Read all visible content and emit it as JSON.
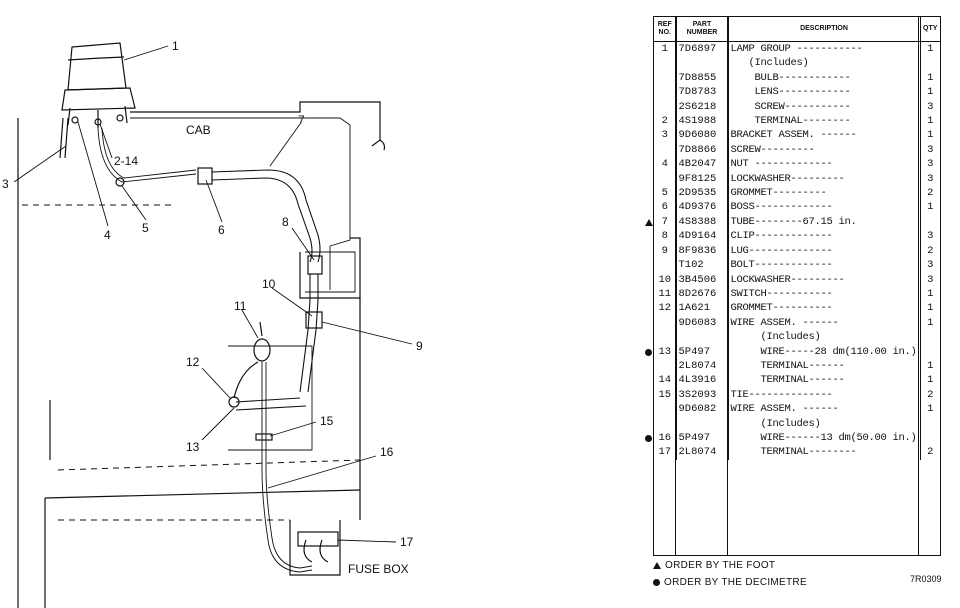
{
  "diagram": {
    "callouts": [
      "1",
      "2-14",
      "3",
      "4",
      "5",
      "6",
      "7",
      "8",
      "9",
      "10",
      "11",
      "12",
      "13",
      "15",
      "16",
      "17"
    ],
    "cab_label": "CAB",
    "fuse_box_label": "FUSE BOX"
  },
  "parts_table": {
    "headers": {
      "ref": "REF NO.",
      "part": "PART NUMBER",
      "desc": "DESCRIPTION",
      "qty": "QTY"
    },
    "rows": [
      {
        "ref": "1",
        "part": "7D6897",
        "desc": "LAMP GROUP -----------",
        "qty": "1",
        "mark": ""
      },
      {
        "ref": "",
        "part": "",
        "desc": "   (Includes)",
        "qty": "",
        "mark": ""
      },
      {
        "ref": "",
        "part": "7D8855",
        "desc": "    BULB------------",
        "qty": "1",
        "mark": ""
      },
      {
        "ref": "",
        "part": "7D8783",
        "desc": "    LENS------------",
        "qty": "1",
        "mark": ""
      },
      {
        "ref": "",
        "part": "2S6218",
        "desc": "    SCREW-----------",
        "qty": "3",
        "mark": ""
      },
      {
        "ref": "2",
        "part": "4S1988",
        "desc": "    TERMINAL--------",
        "qty": "1",
        "mark": ""
      },
      {
        "ref": "3",
        "part": "9D6080",
        "desc": "BRACKET ASSEM. ------",
        "qty": "1",
        "mark": ""
      },
      {
        "ref": "",
        "part": "7D8866",
        "desc": "SCREW---------",
        "qty": "3",
        "mark": ""
      },
      {
        "ref": "4",
        "part": "4B2047",
        "desc": "NUT -------------",
        "qty": "3",
        "mark": ""
      },
      {
        "ref": "",
        "part": "9F8125",
        "desc": "LOCKWASHER---------",
        "qty": "3",
        "mark": ""
      },
      {
        "ref": "5",
        "part": "2D9535",
        "desc": "GROMMET---------",
        "qty": "2",
        "mark": ""
      },
      {
        "ref": "6",
        "part": "4D9376",
        "desc": "BOSS-------------",
        "qty": "1",
        "mark": ""
      },
      {
        "ref": "7",
        "part": "4S8388",
        "desc": "TUBE--------67.15 in.",
        "qty": "",
        "mark": "tri"
      },
      {
        "ref": "8",
        "part": "4D9164",
        "desc": "CLIP-------------",
        "qty": "3",
        "mark": ""
      },
      {
        "ref": "9",
        "part": "8F9836",
        "desc": "LUG--------------",
        "qty": "2",
        "mark": ""
      },
      {
        "ref": "",
        "part": "T102",
        "desc": "BOLT-------------",
        "qty": "3",
        "mark": ""
      },
      {
        "ref": "10",
        "part": "3B4506",
        "desc": "LOCKWASHER---------",
        "qty": "3",
        "mark": ""
      },
      {
        "ref": "11",
        "part": "8D2676",
        "desc": "SWITCH-----------",
        "qty": "1",
        "mark": ""
      },
      {
        "ref": "12",
        "part": "1A621",
        "desc": "GROMMET----------",
        "qty": "1",
        "mark": ""
      },
      {
        "ref": "",
        "part": "9D6083",
        "desc": "WIRE ASSEM. ------",
        "qty": "1",
        "mark": ""
      },
      {
        "ref": "",
        "part": "",
        "desc": "     (Includes)",
        "qty": "",
        "mark": ""
      },
      {
        "ref": "13",
        "part": "5P497",
        "desc": "     WIRE-----28 dm(110.00 in.)",
        "qty": "",
        "mark": "dot"
      },
      {
        "ref": "",
        "part": "2L8074",
        "desc": "     TERMINAL------",
        "qty": "1",
        "mark": ""
      },
      {
        "ref": "14",
        "part": "4L3916",
        "desc": "     TERMINAL------",
        "qty": "1",
        "mark": ""
      },
      {
        "ref": "15",
        "part": "3S2093",
        "desc": "TIE--------------",
        "qty": "2",
        "mark": ""
      },
      {
        "ref": "",
        "part": "9D6082",
        "desc": "WIRE ASSEM. ------",
        "qty": "1",
        "mark": ""
      },
      {
        "ref": "",
        "part": "",
        "desc": "     (Includes)",
        "qty": "",
        "mark": ""
      },
      {
        "ref": "16",
        "part": "5P497",
        "desc": "     WIRE------13 dm(50.00 in.)",
        "qty": "",
        "mark": "dot"
      },
      {
        "ref": "17",
        "part": "2L8074",
        "desc": "     TERMINAL--------",
        "qty": "2",
        "mark": ""
      }
    ]
  },
  "footnotes": {
    "foot": "ORDER BY THE FOOT",
    "decimetre": "ORDER BY THE DECIMETRE"
  },
  "figure_id": "7R0309"
}
